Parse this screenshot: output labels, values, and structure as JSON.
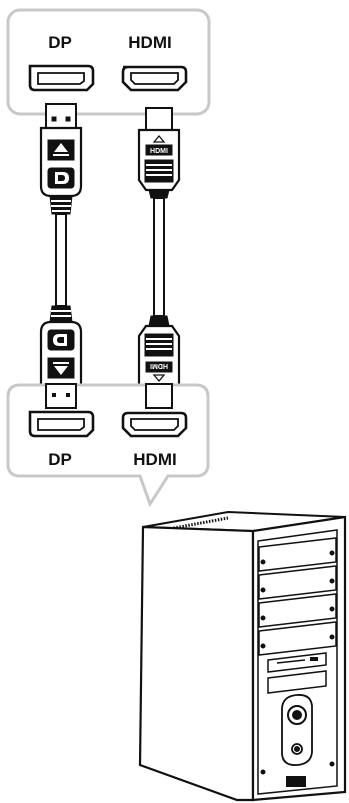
{
  "monitor_panel": {
    "ports": [
      {
        "label": "DP",
        "type": "displayport"
      },
      {
        "label": "HDMI",
        "type": "hdmi"
      }
    ]
  },
  "computer_panel": {
    "ports": [
      {
        "label": "DP",
        "type": "displayport"
      },
      {
        "label": "HDMI",
        "type": "hdmi"
      }
    ]
  },
  "cables": [
    {
      "type": "displayport",
      "icon": "displayport-logo-icon"
    },
    {
      "type": "hdmi",
      "icon": "hdmi-logo-icon"
    }
  ],
  "device": {
    "type": "desktop-pc-tower",
    "icon": "pc-tower-icon"
  },
  "colors": {
    "panel_border": "#c8c8c8",
    "line": "#111111"
  }
}
